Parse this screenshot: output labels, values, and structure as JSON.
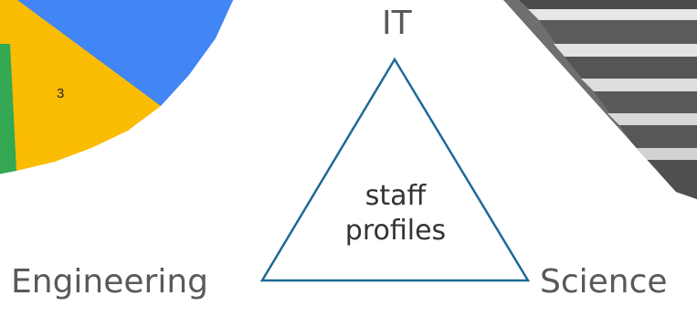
{
  "diagram": {
    "top_label": "IT",
    "left_label": "Engineering",
    "right_label": "Science",
    "center_lines": [
      "staff",
      "profiles"
    ],
    "triangle_color": "#1d6a96"
  },
  "pie": {
    "colors": {
      "blue": "#4285f4",
      "yellow": "#fbbc04",
      "green": "#34a853"
    },
    "visible_label": "3"
  },
  "photo": {
    "subject": "staircase"
  }
}
